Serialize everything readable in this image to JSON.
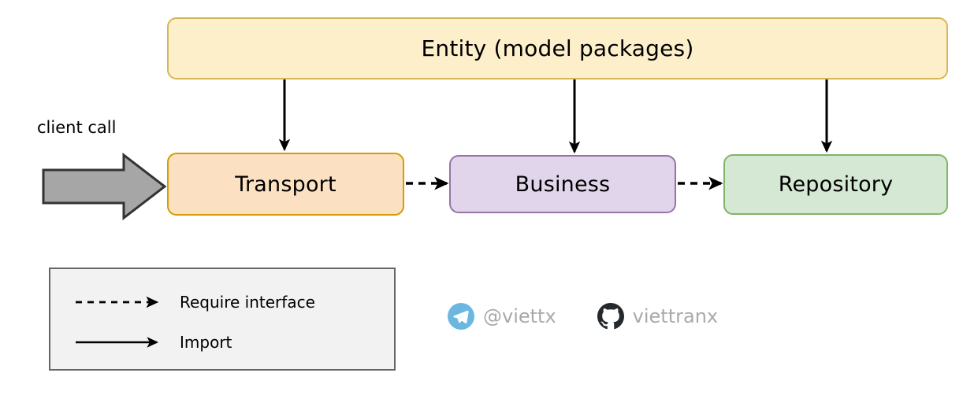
{
  "diagram": {
    "title_node": {
      "label": "Entity (model packages)",
      "fill": "#fcefca",
      "stroke": "#d6b656"
    },
    "layers": [
      {
        "id": "transport",
        "label": "Transport",
        "fill": "#fce0c2",
        "stroke": "#d79b00"
      },
      {
        "id": "business",
        "label": "Business",
        "fill": "#e1d5ec",
        "stroke": "#9673a6"
      },
      {
        "id": "repository",
        "label": "Repository",
        "fill": "#d5e8d4",
        "stroke": "#82b366"
      }
    ],
    "client_call": {
      "label": "client call",
      "arrow_fill": "#a6a6a6",
      "arrow_stroke": "#333333"
    },
    "connections": {
      "import_arrow_color": "#000000",
      "require_arrow_color": "#000000"
    }
  },
  "legend": {
    "fill": "#f2f2f2",
    "stroke": "#666666",
    "items": [
      {
        "id": "require-interface",
        "label": "Require interface",
        "style": "dashed"
      },
      {
        "id": "import",
        "label": "Import",
        "style": "solid"
      }
    ]
  },
  "socials": [
    {
      "id": "telegram",
      "icon": "telegram-icon",
      "handle": "@viettx",
      "color": "#6cb7e0"
    },
    {
      "id": "github",
      "icon": "github-icon",
      "handle": "viettranx",
      "color": "#24292e"
    }
  ]
}
